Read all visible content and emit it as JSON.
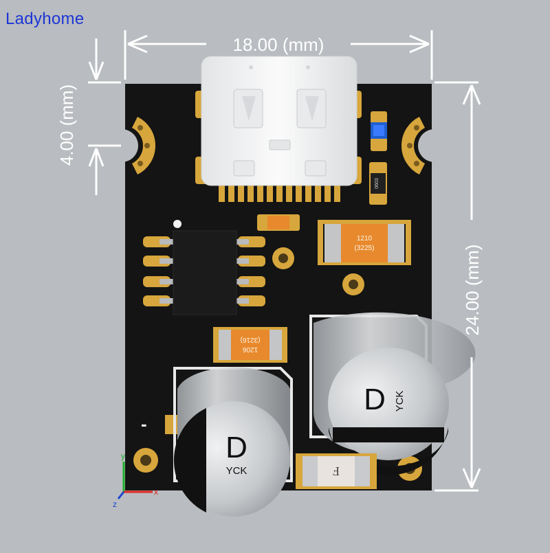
{
  "watermark": "Ladyhome",
  "dimensions": {
    "width_label": "18.00 (mm)",
    "height_label": "24.00 (mm)",
    "hole_offset_label": "4.00 (mm)"
  },
  "components": {
    "cap_1210_size": "1210",
    "cap_1210_metric": "(3225)",
    "cap_1206_size": "1206",
    "cap_1206_metric": "(3216)",
    "resistor_small_code": "0603",
    "capacitor_left_mark": "D",
    "capacitor_left_brand": "YCK",
    "capacitor_right_mark": "D",
    "capacitor_right_brand": "YCK",
    "fuse_mark": "F",
    "polarity_mark": "-"
  },
  "axes": {
    "x": "x",
    "y": "y",
    "z": "z"
  },
  "colors": {
    "background": "#b9bcc0",
    "board": "#141414",
    "pad_gold": "#d7a63c",
    "capacitor_body": "#c8cbce",
    "orange_cap": "#e7892c",
    "usb_white": "#f2f3f3",
    "watermark": "#1d35d6"
  }
}
